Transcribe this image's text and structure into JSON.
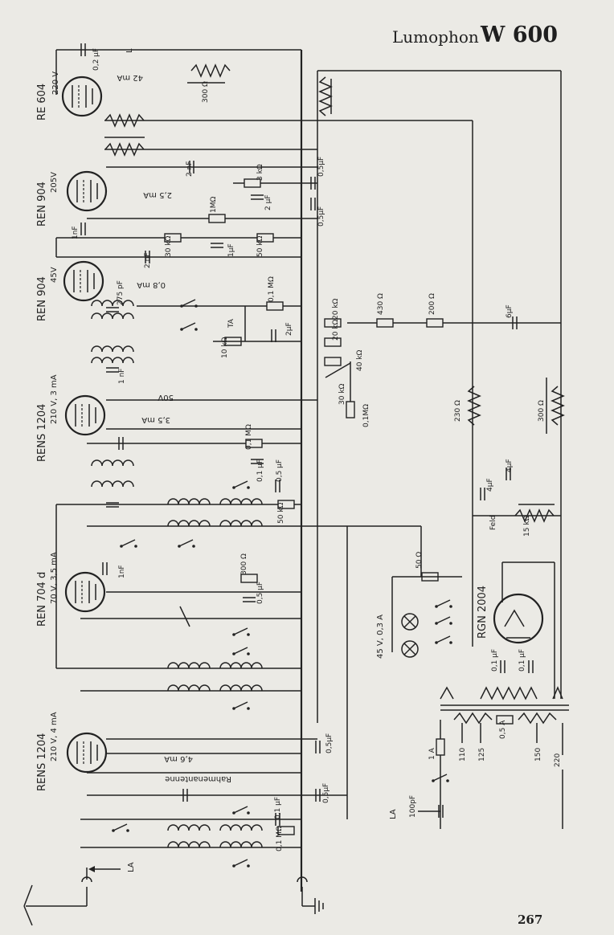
{
  "header": {
    "brand": "Lumophon",
    "model": "W 600"
  },
  "page_number": "267",
  "tubes": [
    {
      "type": "RE 604",
      "voltage": "220 V",
      "current": "42 mA"
    },
    {
      "type": "REN 904",
      "voltage": "205V",
      "current": "2,5 mA"
    },
    {
      "type": "REN 904",
      "voltage": "45V",
      "current": "0,8 mA"
    },
    {
      "type": "RENS 1204",
      "voltage": "210 V, 3 mA",
      "current": "3,5 mA",
      "screen": "50V"
    },
    {
      "type": "REN 704 d",
      "voltage": "70 V, 3,5 mA"
    },
    {
      "type": "RENS 1204",
      "voltage": "210 V, 4 mA",
      "current": "4,6 mA"
    },
    {
      "type": "RGN 2004"
    }
  ],
  "components": {
    "top_cap": "0,2 µF",
    "top_l": "L",
    "r300": "300 Ω",
    "c2nf_a": "2 nF",
    "c05_a": "0,5µF",
    "r3k": "3 kΩ",
    "c2uf_a": "2 µF",
    "r1m_a": "1MΩ",
    "c05_b": "0,5µF",
    "c1nf_a": "1nF",
    "r30k": "30 kΩ",
    "c2nf_b": "2 nF",
    "c1uf": "1µF",
    "r50k_a": "50 kΩ",
    "c275": "275 pF",
    "r01m_a": "0,1 MΩ",
    "ta": "TA",
    "r10k": "10 kΩ",
    "c2uf_b": "2µF",
    "r20k_a": "20 kΩ",
    "r20k_b": "20 kΩ",
    "r430": "430 Ω",
    "r200": "200 Ω",
    "c6uf": "6µF",
    "c1nf_b": "1 nF",
    "r40k": "40 kΩ",
    "r30k_b": "30 kΩ",
    "r01m_b": "0,1MΩ",
    "r230": "230 Ω",
    "r300b": "300 Ω",
    "r01m_c": "0,1 MΩ",
    "c01_a": "0,1 µF",
    "c05_c": "0,5 µF",
    "r50k_b": "50 kΩ",
    "c4uf_a": "4µF",
    "c4uf_b": "4µF",
    "feld": "Feld",
    "r15k": "15 kΩ",
    "c1nf_c": "1nF",
    "r300c": "300 Ω",
    "c05_d": "0,5 µF",
    "r50": "50 Ω",
    "lamps": "45 V, 0,3 A",
    "c01_b": "0,1 µF",
    "c01_c": "0,1 µF",
    "c05_e": "0,5µF",
    "fuse1": "1 A",
    "fuse05": "0,5 A",
    "tap110": "110",
    "tap125": "125",
    "tap150": "150",
    "tap220": "220",
    "frame_antenna": "Rahmenantenne",
    "c05_f": "0,5µF",
    "c01_d": "0,1 µF",
    "r01m_d": "0,1 MΩ",
    "la_left": "LA",
    "la_right": "LA",
    "c100p": "100pF"
  }
}
